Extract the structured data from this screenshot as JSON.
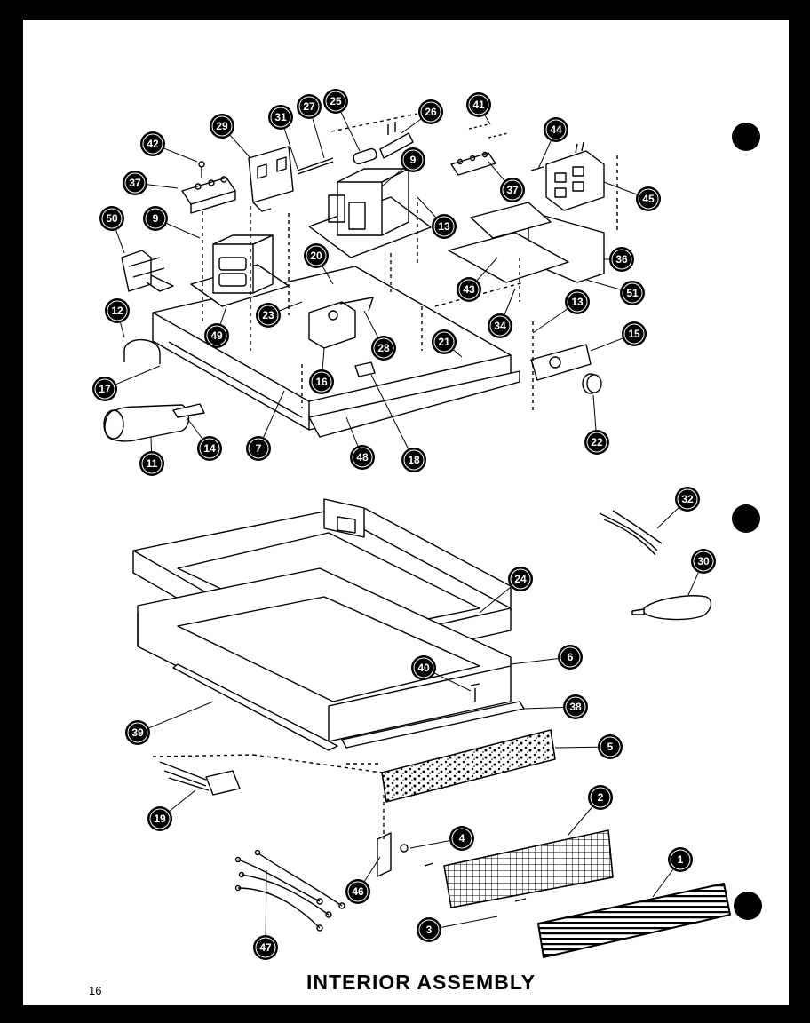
{
  "title": "INTERIOR ASSEMBLY",
  "page_number": "16",
  "callouts": [
    {
      "label": "42"
    },
    {
      "label": "29"
    },
    {
      "label": "31"
    },
    {
      "label": "27"
    },
    {
      "label": "25"
    },
    {
      "label": "26"
    },
    {
      "label": "41"
    },
    {
      "label": "44"
    },
    {
      "label": "37"
    },
    {
      "label": "9"
    },
    {
      "label": "13"
    },
    {
      "label": "37"
    },
    {
      "label": "45"
    },
    {
      "label": "50"
    },
    {
      "label": "9"
    },
    {
      "label": "20"
    },
    {
      "label": "36"
    },
    {
      "label": "43"
    },
    {
      "label": "51"
    },
    {
      "label": "12"
    },
    {
      "label": "23"
    },
    {
      "label": "49"
    },
    {
      "label": "28"
    },
    {
      "label": "34"
    },
    {
      "label": "13"
    },
    {
      "label": "21"
    },
    {
      "label": "15"
    },
    {
      "label": "17"
    },
    {
      "label": "16"
    },
    {
      "label": "22"
    },
    {
      "label": "11"
    },
    {
      "label": "14"
    },
    {
      "label": "7"
    },
    {
      "label": "48"
    },
    {
      "label": "18"
    },
    {
      "label": "32"
    },
    {
      "label": "30"
    },
    {
      "label": "24"
    },
    {
      "label": "6"
    },
    {
      "label": "40"
    },
    {
      "label": "38"
    },
    {
      "label": "39"
    },
    {
      "label": "5"
    },
    {
      "label": "19"
    },
    {
      "label": "2"
    },
    {
      "label": "4"
    },
    {
      "label": "1"
    },
    {
      "label": "46"
    },
    {
      "label": "3"
    },
    {
      "label": "47"
    }
  ]
}
